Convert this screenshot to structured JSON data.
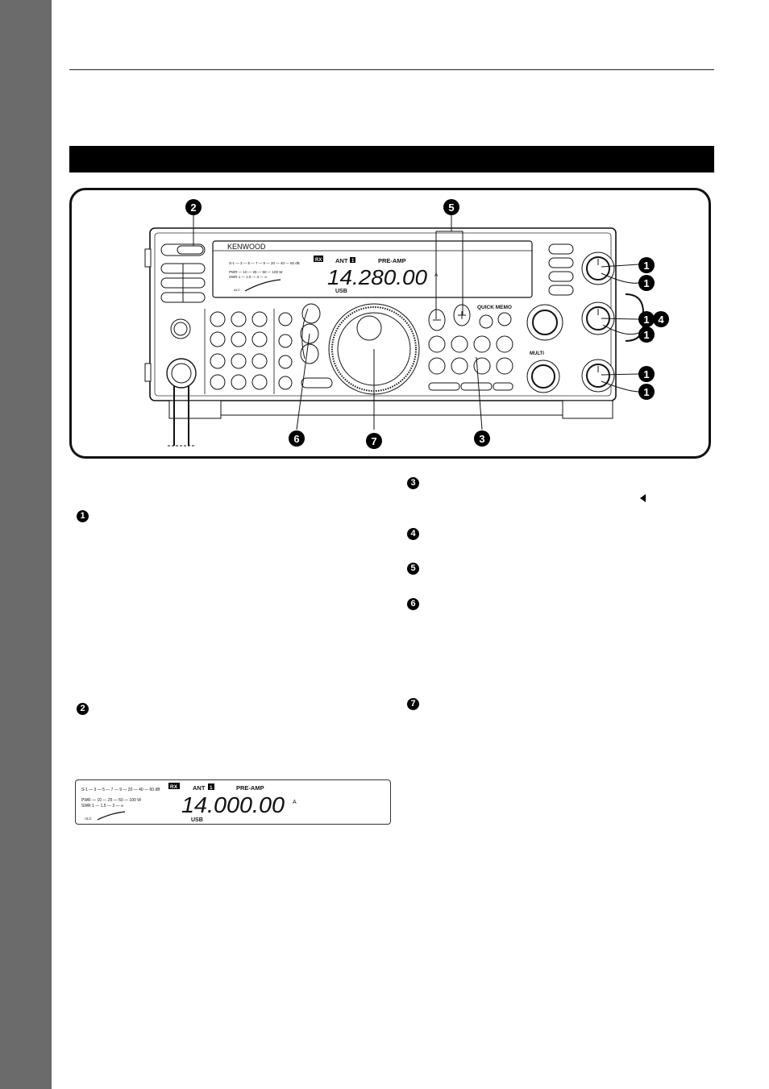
{
  "figure": {
    "brand": "KENWOOD",
    "lcd": {
      "rx": "RX",
      "ant": "ANT",
      "ant_num": "1",
      "preamp": "PRE-AMP",
      "frequency": "14.280.00",
      "vfo": "A",
      "mode": "USB",
      "alc": "ALC",
      "s_scale": "S-1 — 3 — 5 — 7 — 9 — 20 — 40 — 60 dB",
      "pwr_scale": "PWR — 10 — 25 — 50 — 100 W",
      "swr_scale": "SWR 1 — 1.5 — 3 — ∞"
    },
    "quick_memo": "QUICK MEMO",
    "multi": "MULTI",
    "callouts": {
      "c1": "1",
      "c2": "2",
      "c3": "3",
      "c4": "4",
      "c5": "5",
      "c6": "6",
      "c7": "7"
    }
  },
  "text_markers": {
    "m1": "1",
    "m2": "2",
    "m3": "3",
    "m4": "4",
    "m5": "5",
    "m6": "6",
    "m7": "7"
  },
  "lcd_inset": {
    "rx": "RX",
    "ant": "ANT",
    "ant_num": "1",
    "preamp": "PRE-AMP",
    "frequency": "14.000.00",
    "vfo": "A",
    "mode": "USB",
    "alc": "ALC",
    "s_scale": "S-1 — 3 — 5 — 7 — 9 — 20 — 40 — 60 dB",
    "pwr_scale": "PWR — 10 — 25 — 50 — 100 W",
    "swr_scale": "SWR 1 — 1.5 — 3 — ∞"
  },
  "colors": {
    "sidebar": "#6b6b6b",
    "bar": "#000000",
    "ink": "#111111"
  }
}
